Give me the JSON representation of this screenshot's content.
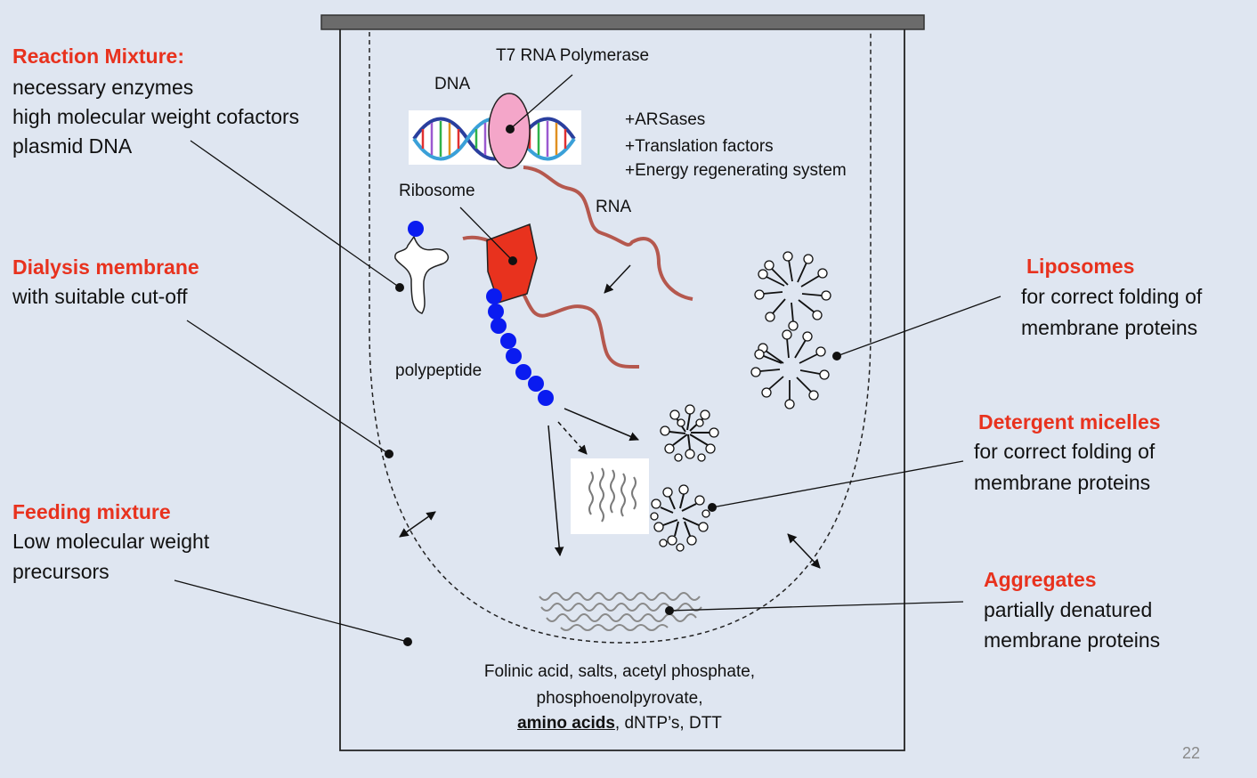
{
  "left_labels": {
    "reaction": {
      "title": "Reaction Mixture:",
      "lines": [
        "necessary enzymes",
        "high molecular weight cofactors",
        "plasmid DNA"
      ]
    },
    "dialysis": {
      "title": "Dialysis membrane",
      "lines": [
        "with suitable cut-off"
      ]
    },
    "feeding": {
      "title": "Feeding mixture",
      "lines": [
        "Low molecular weight",
        "precursors"
      ]
    }
  },
  "right_labels": {
    "liposomes": {
      "title": "Liposomes",
      "lines": [
        "for correct folding of",
        "membrane proteins"
      ]
    },
    "micelles": {
      "title": "Detergent micelles",
      "lines": [
        "for correct folding of",
        "membrane proteins"
      ]
    },
    "aggregates": {
      "title": "Aggregates",
      "lines": [
        "partially denatured",
        "membrane proteins"
      ]
    }
  },
  "inner_labels": {
    "polymerase": "T7 RNA Polymerase",
    "dna": "DNA",
    "ribosome": "Ribosome",
    "rna": "RNA",
    "polypeptide": "polypeptide",
    "factors": [
      "+ARSases",
      "+Translation factors",
      "+Energy regenerating system"
    ]
  },
  "feeding_contents": {
    "line1": "Folinic acid, salts, acetyl phosphate,",
    "line2": "phosphoenolpyrovate,",
    "line3_bold": "amino acids",
    "line3_rest": ", dNTP’s, DTT"
  },
  "page_number": "22",
  "colors": {
    "background": "#dfe6f1",
    "heading_red": "#e8321e",
    "polymerase_pink": "#f4a6c9",
    "ribosome_red": "#e8321e",
    "rna_brown": "#b5584e",
    "bead_blue": "#0a1bf0",
    "lid_gray": "#6b6b6b"
  }
}
